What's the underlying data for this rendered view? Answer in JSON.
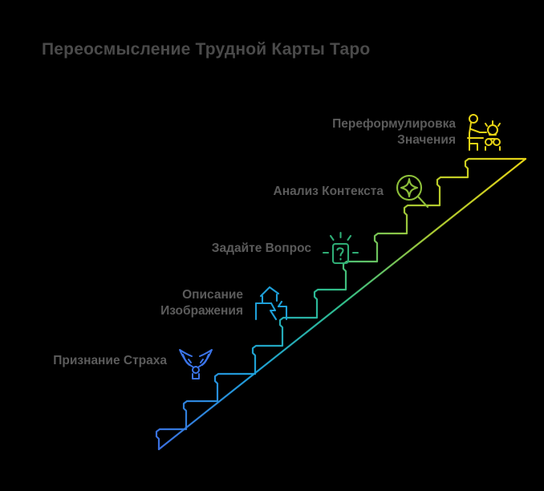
{
  "title": "Переосмысление Трудной Карты Таро",
  "colors": {
    "background": "#000000",
    "title_text": "#4a4a4a",
    "label_text": "#5b5b5b",
    "gradient_bottom": "#3b6fe0",
    "gradient_low": "#1e9fd8",
    "gradient_mid": "#2fbd8a",
    "gradient_high": "#a8c832",
    "gradient_top": "#e8d415"
  },
  "steps": [
    {
      "index": 1,
      "label": "Переформулировка\nЗначения",
      "icon": "person-at-desk-idea-icon",
      "icon_color": "#e8d415"
    },
    {
      "index": 2,
      "label": "Анализ Контекста",
      "icon": "magnifier-sparkle-icon",
      "icon_color": "#8dbf3a"
    },
    {
      "index": 3,
      "label": "Задайте Вопрос",
      "icon": "question-card-icon",
      "icon_color": "#2fae76"
    },
    {
      "index": 4,
      "label": "Описание\nИзображения",
      "icon": "tower-lightning-icon",
      "icon_color": "#1e9fd8"
    },
    {
      "index": 5,
      "label": "Признание Страха",
      "icon": "figure-fear-burst-icon",
      "icon_color": "#3b74e8"
    }
  ]
}
